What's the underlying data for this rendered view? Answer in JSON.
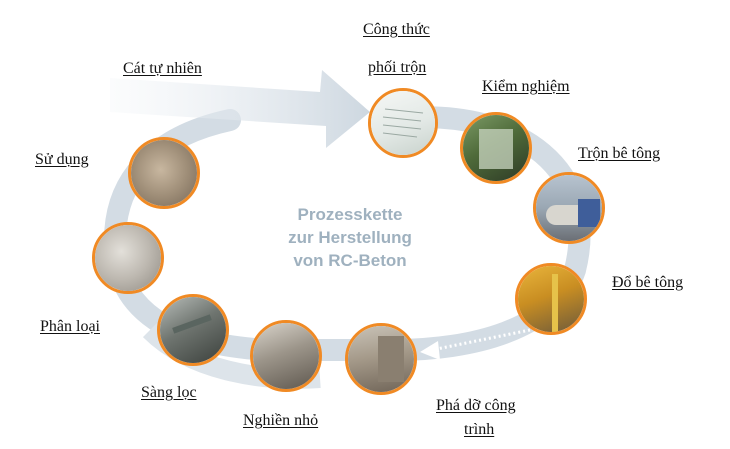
{
  "diagram": {
    "title_lines": [
      "Prozesskette",
      "zur Herstellung",
      "von RC-Beton"
    ],
    "steps": {
      "cong_thuc": [
        "Công thức",
        "phối trộn"
      ],
      "kiem_nghiem": "Kiểm nghiệm",
      "tron_be_tong": "Trộn bê tông",
      "do_be_tong": "Đổ bê tông",
      "pha_do": [
        "Phá dỡ công",
        "trình"
      ],
      "nghien_nho": "Nghiền nhỏ",
      "sang_loc": "Sàng lọc",
      "phan_loai": "Phân loại",
      "su_dung": "Sử dụng",
      "cat_tu_nhien": "Cát tự nhiên"
    },
    "colors": {
      "circle_border": "#f08a24",
      "arrow": "#d3dce4",
      "dotted_arrow": "#ffffff",
      "title": "#9fb1bf"
    }
  }
}
